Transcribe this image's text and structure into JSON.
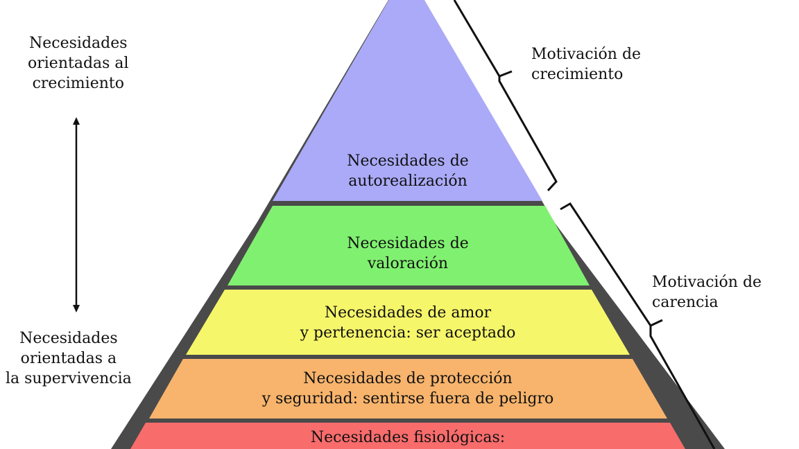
{
  "left_labels": {
    "top": [
      "Necesidades",
      "orientadas al",
      "crecimiento"
    ],
    "bottom": [
      "Necesidades",
      "orientadas a",
      "la supervivencia"
    ]
  },
  "right_labels": {
    "growth": [
      "Motivación de",
      "crecimiento"
    ],
    "deficiency": [
      "Motivación de",
      "carencia"
    ]
  },
  "levels": [
    {
      "lines": [
        "Necesidades de",
        "autorealización"
      ],
      "color": "#aaaaf8"
    },
    {
      "lines": [
        "Necesidades de",
        "valoración"
      ],
      "color": "#80f070"
    },
    {
      "lines": [
        "Necesidades de amor",
        "y pertenencia: ser aceptado"
      ],
      "color": "#f6f66a"
    },
    {
      "lines": [
        "Necesidades de protección",
        "y seguridad: sentirse fuera de peligro"
      ],
      "color": "#f8b46c"
    },
    {
      "lines": [
        "Necesidades fisiológicas:"
      ],
      "color": "#f86c6c"
    }
  ]
}
